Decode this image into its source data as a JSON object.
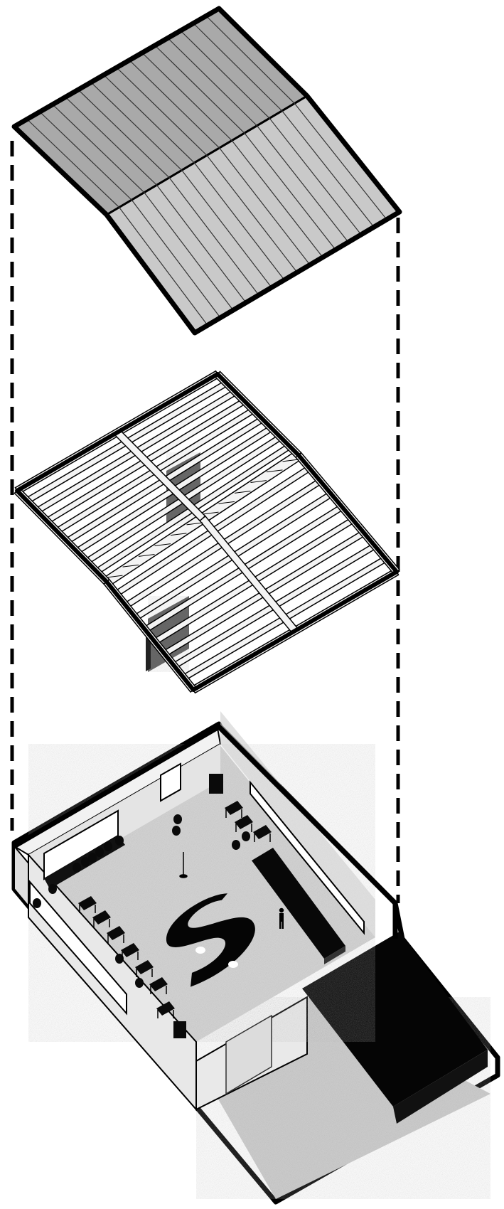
{
  "diagram": {
    "layers": [
      {
        "id": "roof",
        "roof_panels": 16
      },
      {
        "id": "truss-structure",
        "beams": 9
      },
      {
        "id": "floor-plan",
        "logo_glyph": "S"
      }
    ],
    "colors": {
      "outline": "#000000",
      "roof_dark": "#a9a9a9",
      "roof_light": "#c9c9c9",
      "frame": "#f4f4f4",
      "floor": "#d9d9d9",
      "wall_light": "#e6e6e6",
      "wall_mid": "#cfcfcf",
      "texture": "#6a6a6a",
      "dark_block": "#050505"
    }
  }
}
